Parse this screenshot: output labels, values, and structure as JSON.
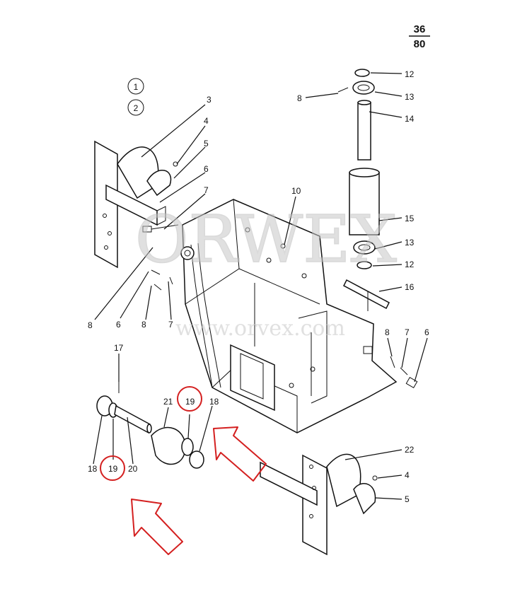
{
  "page_number": {
    "numerator": "36",
    "denominator": "80"
  },
  "variant_markers": [
    "1",
    "2"
  ],
  "watermark": {
    "logo": "ORWEX",
    "url": "www.orvex.com"
  },
  "part_labels": {
    "p3": "3",
    "p4a": "4",
    "p5a": "5",
    "p6a": "6",
    "p7a": "7",
    "p8a": "8",
    "p6b": "6",
    "p8b": "8",
    "p7b": "7",
    "p10": "10",
    "p8c": "8",
    "p12a": "12",
    "p13a": "13",
    "p14": "14",
    "p15": "15",
    "p13b": "13",
    "p12b": "12",
    "p16": "16",
    "p8d": "8",
    "p7c": "7",
    "p6c": "6",
    "p17": "17",
    "p21": "21",
    "p19a": "19",
    "p18a": "18",
    "p18b": "18",
    "p19b": "19",
    "p20": "20",
    "p22": "22",
    "p4b": "4",
    "p5b": "5"
  },
  "highlight_color": "#d42020"
}
